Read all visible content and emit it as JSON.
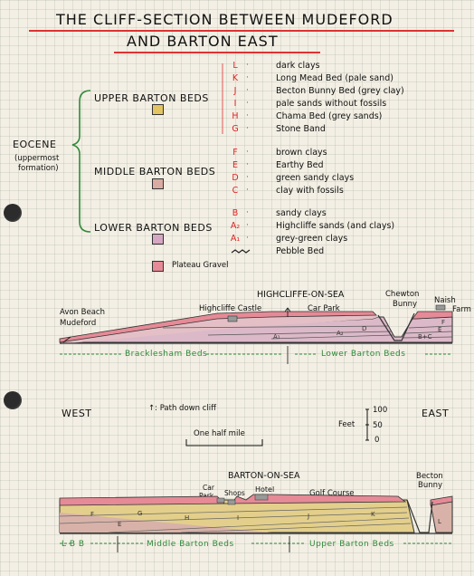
{
  "title": {
    "line1": "THE CLIFF-SECTION BETWEEN MUDEFORD",
    "line2": "AND BARTON EAST"
  },
  "eocene": {
    "label": "EOCENE",
    "sub1": "(uppermost",
    "sub2": "formation)"
  },
  "groups": {
    "upper": "UPPER BARTON BEDS",
    "middle": "MIDDLE BARTON BEDS",
    "lower": "LOWER BARTON BEDS"
  },
  "legend": [
    {
      "letter": "L",
      "desc": "dark clays"
    },
    {
      "letter": "K",
      "desc": "Long Mead Bed (pale sand)"
    },
    {
      "letter": "J",
      "desc": "Becton Bunny Bed (grey clay)"
    },
    {
      "letter": "I",
      "desc": "pale sands without fossils"
    },
    {
      "letter": "H",
      "desc": "Chama Bed (grey sands)"
    },
    {
      "letter": "G",
      "desc": "Stone Band"
    },
    {
      "letter": "F",
      "desc": "brown clays"
    },
    {
      "letter": "E",
      "desc": "Earthy Bed"
    },
    {
      "letter": "D",
      "desc": "green sandy clays"
    },
    {
      "letter": "C",
      "desc": "clay with fossils"
    },
    {
      "letter": "B",
      "desc": "sandy clays"
    },
    {
      "letter": "A₂",
      "desc": "Highcliffe sands (and clays)"
    },
    {
      "letter": "A₁",
      "desc": "grey-green clays"
    },
    {
      "letter": "",
      "desc": "Pebble Bed"
    }
  ],
  "plateau": "Plateau Gravel",
  "colors": {
    "upper": "#e3c463",
    "middle": "#d9aba2",
    "lower": "#d6a7c3",
    "plateau": "#e58a96",
    "accent": "#d33333",
    "green": "#2f8a3a"
  },
  "section1": {
    "place": "HIGHCLIFFE-ON-SEA",
    "avon": "Avon Beach",
    "mudeford": "Mudeford",
    "castle": "Highcliffe Castle",
    "carpark": "Car Park",
    "chewton1": "Chewton",
    "chewton2": "Bunny",
    "naish1": "Naish",
    "naish2": "Farm",
    "beds_left": "Bracklesham Beds",
    "beds_right": "Lower Barton Beds",
    "a1": "A₁",
    "a2": "A₂",
    "d": "D",
    "bc": "B+C",
    "e": "E",
    "f": "F"
  },
  "west": "WEST",
  "east": "EAST",
  "path_note": "↑: Path down cliff",
  "scale_h": "One half mile",
  "scale_v": {
    "label": "Feet",
    "top": "100",
    "mid": "50",
    "bottom": "0"
  },
  "section2": {
    "place": "BARTON-ON-SEA",
    "carpark1": "Car",
    "carpark2": "Park",
    "shops": "Shops",
    "hotel": "Hotel",
    "golf": "Golf Course",
    "becton1": "Becton",
    "becton2": "Bunny",
    "f": "F",
    "g": "G",
    "e": "E",
    "h": "H",
    "i": "I",
    "j": "J",
    "k": "K",
    "l": "L",
    "beds_lbb": "L B B",
    "beds_middle": "Middle Barton Beds",
    "beds_upper": "Upper Barton Beds"
  }
}
